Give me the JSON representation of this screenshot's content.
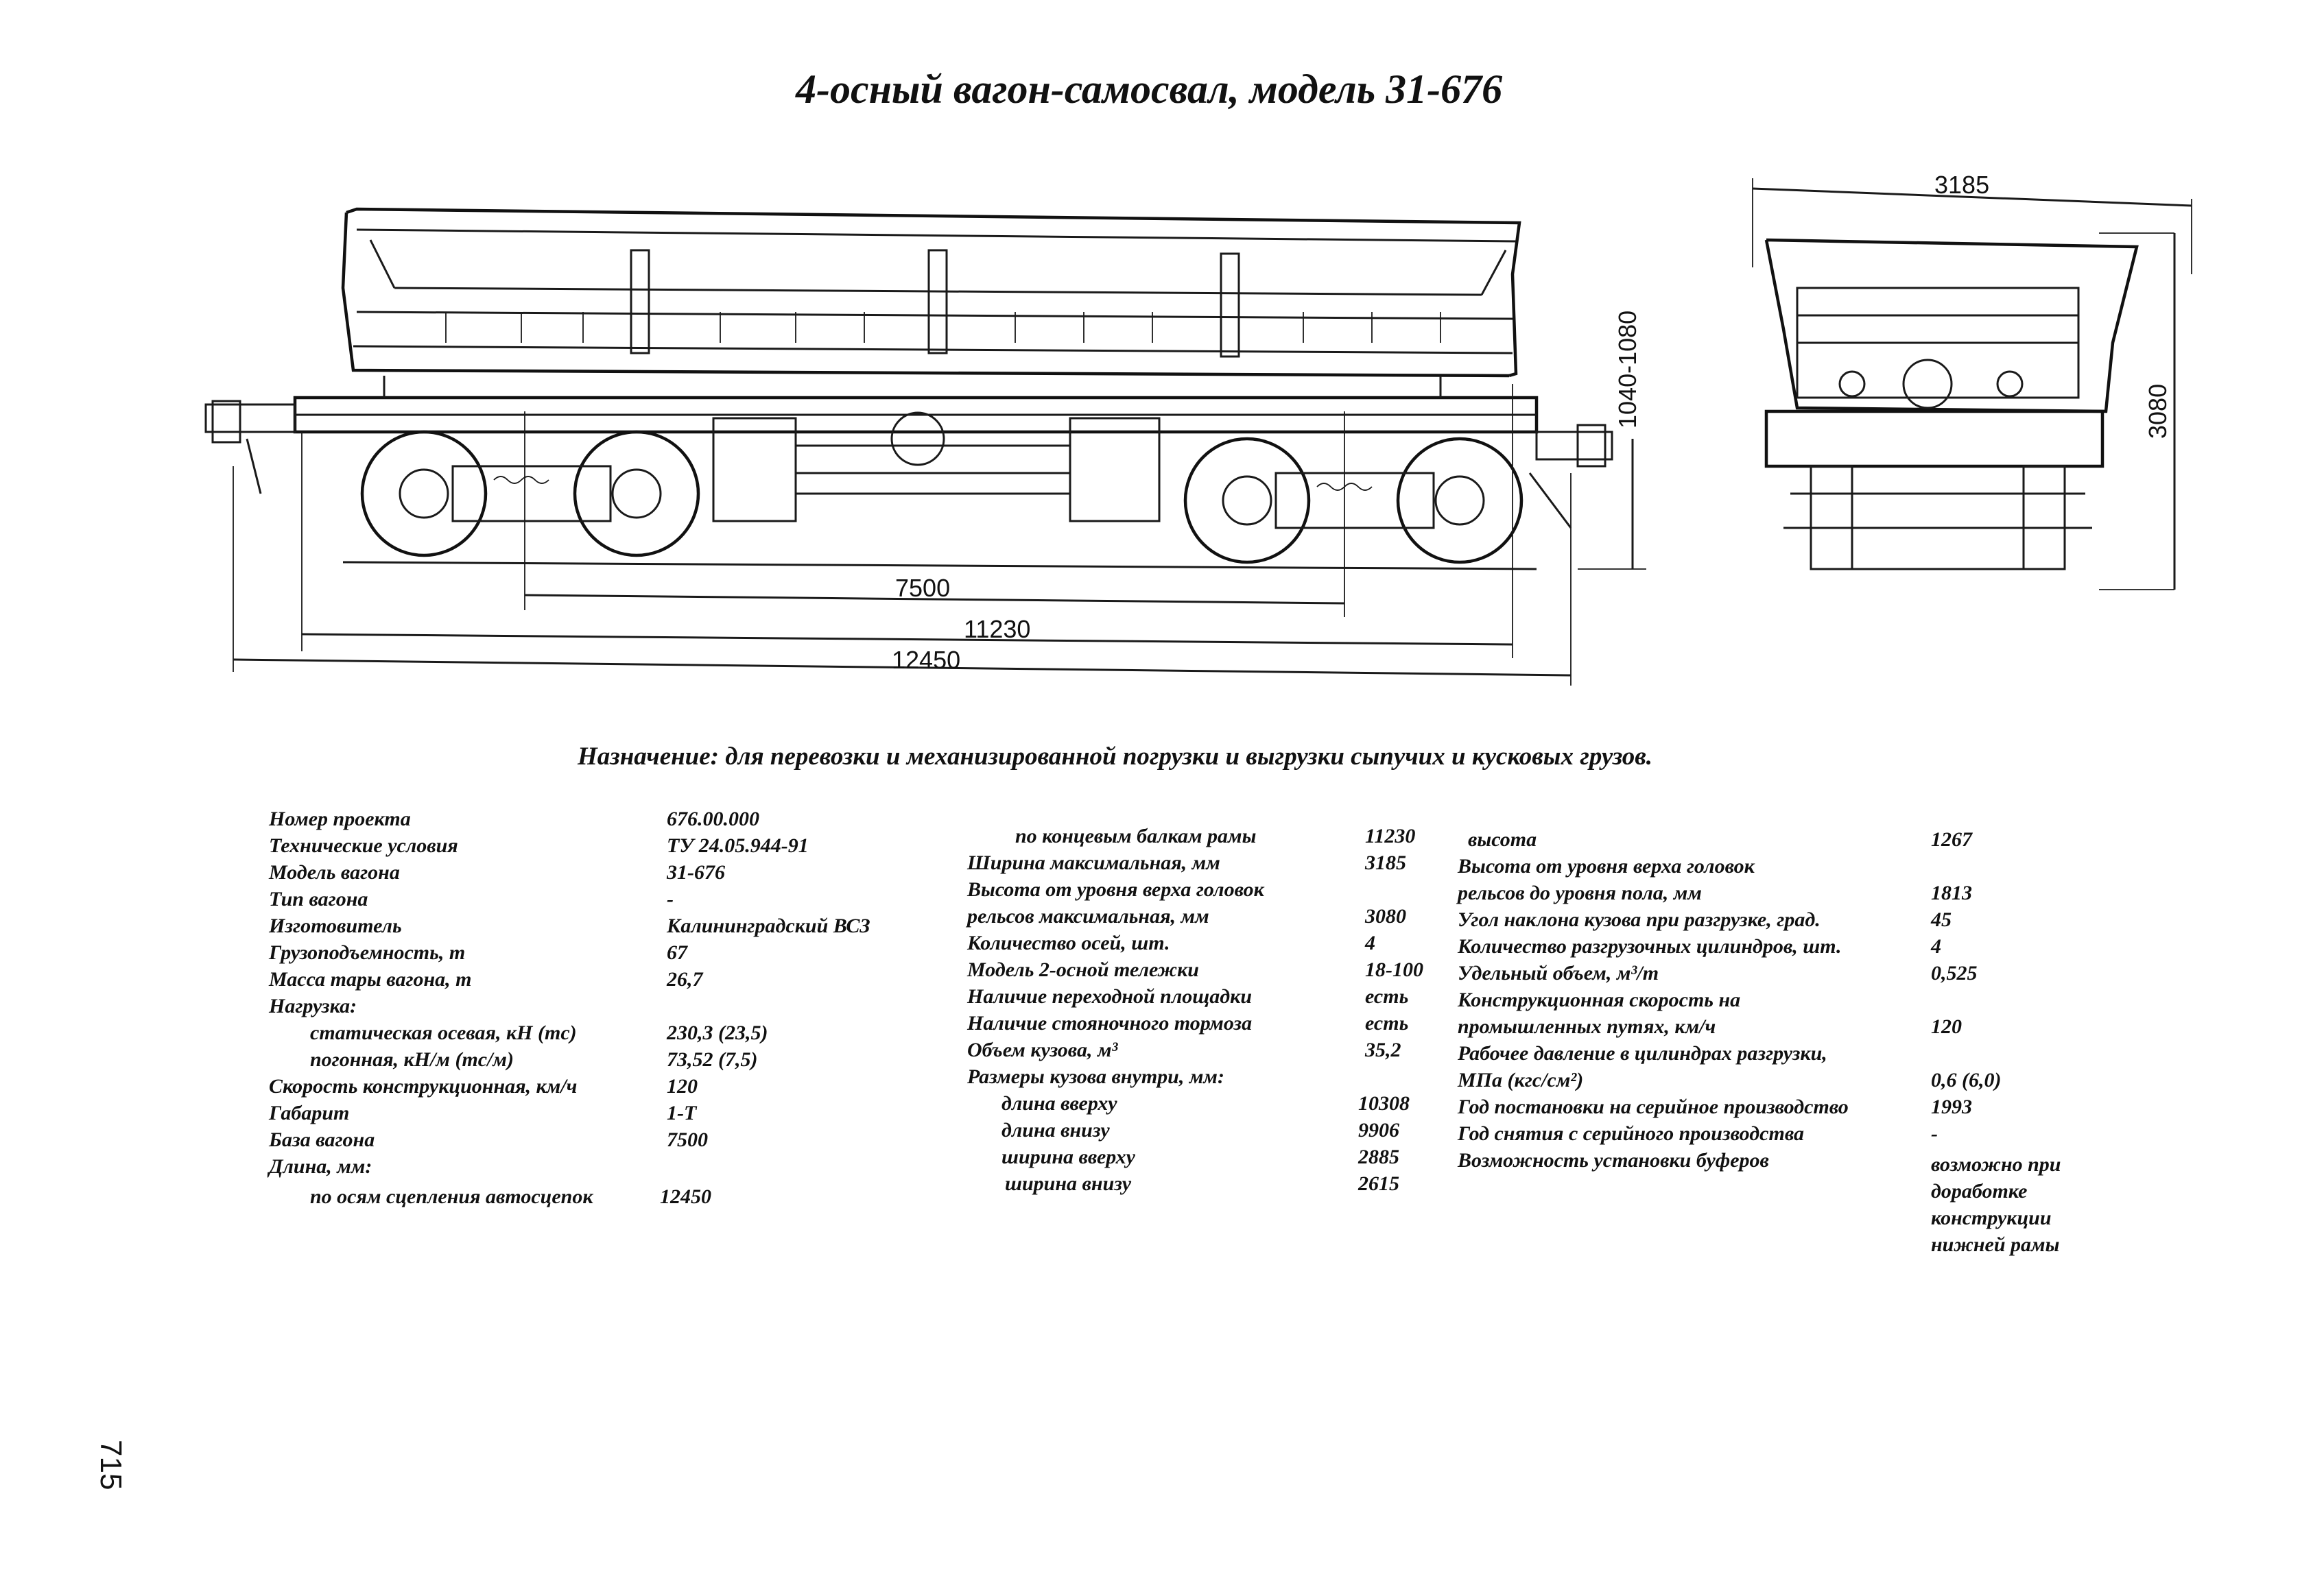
{
  "title": "4-осный вагон-самосвал, модель 31-676",
  "purpose": "Назначение: для перевозки и механизированной погрузки и выгрузки сыпучих и кусковых грузов.",
  "drawing": {
    "dim_base": "7500",
    "dim_frame": "11230",
    "dim_length": "12450",
    "dim_height_coupler": "1040-1080",
    "dim_width": "3185",
    "dim_height": "3080"
  },
  "col1": [
    {
      "label": "Номер проекта",
      "value": "676.00.000"
    },
    {
      "label": "Технические условия",
      "value": "ТУ 24.05.944-91"
    },
    {
      "label": "Модель вагона",
      "value": "31-676"
    },
    {
      "label": "Тип вагона",
      "value": "-"
    },
    {
      "label": "Изготовитель",
      "value": "Калининградский ВСЗ"
    },
    {
      "label": "Грузоподъемность, т",
      "value": "67"
    },
    {
      "label": "Масса тары вагона, т",
      "value": "26,7"
    },
    {
      "label": "Нагрузка:",
      "value": ""
    },
    {
      "label": "статическая осевая, кН (тс)",
      "value": "230,3 (23,5)"
    },
    {
      "label": "погонная, кН/м (тс/м)",
      "value": "73,52 (7,5)"
    },
    {
      "label": "Скорость конструкционная, км/ч",
      "value": "120"
    },
    {
      "label": "Габарит",
      "value": "1-Т"
    },
    {
      "label": "База вагона",
      "value": "7500"
    },
    {
      "label": "Длина, мм:",
      "value": ""
    },
    {
      "label": "по осям сцепления автосцепок",
      "value": "12450"
    }
  ],
  "col2": [
    {
      "label": "по концевым балкам рамы",
      "value": "11230"
    },
    {
      "label": "Ширина максимальная, мм",
      "value": "3185"
    },
    {
      "label": "Высота от уровня верха головок",
      "value": ""
    },
    {
      "label": "рельсов максимальная, мм",
      "value": "3080"
    },
    {
      "label": "Количество осей, шт.",
      "value": "4"
    },
    {
      "label": "Модель 2-осной тележки",
      "value": "18-100"
    },
    {
      "label": "Наличие переходной площадки",
      "value": "есть"
    },
    {
      "label": "Наличие стояночного тормоза",
      "value": "есть"
    },
    {
      "label": "Объем кузова, м³",
      "value": "35,2"
    },
    {
      "label": "Размеры кузова внутри, мм:",
      "value": ""
    },
    {
      "label": "длина вверху",
      "value": "10308"
    },
    {
      "label": "длина внизу",
      "value": "9906"
    },
    {
      "label": "ширина вверху",
      "value": "2885"
    },
    {
      "label": "ширина внизу",
      "value": "2615"
    }
  ],
  "col3": [
    {
      "label": "высота",
      "value": "1267"
    },
    {
      "label": "Высота от уровня верха головок",
      "value": ""
    },
    {
      "label": "рельсов до уровня пола, мм",
      "value": "1813"
    },
    {
      "label": "Угол наклона кузова при разгрузке, град.",
      "value": "45"
    },
    {
      "label": "Количество разгрузочных цилиндров, шт.",
      "value": "4"
    },
    {
      "label": "Удельный объем, м³/т",
      "value": "0,525"
    },
    {
      "label": "Конструкционная скорость на",
      "value": ""
    },
    {
      "label": "промышленных путях, км/ч",
      "value": "120"
    },
    {
      "label": "Рабочее давление в цилиндрах разгрузки,",
      "value": ""
    },
    {
      "label": "МПа (кгс/см²)",
      "value": "0,6 (6,0)"
    },
    {
      "label": "Год постановки на серийное производство",
      "value": "1993"
    },
    {
      "label": "Год снятия с серийного производства",
      "value": "-"
    },
    {
      "label": "Возможность установки буферов",
      "value": "возможно при"
    },
    {
      "label": "",
      "value": "доработке"
    },
    {
      "label": "",
      "value": "конструкции"
    },
    {
      "label": "",
      "value": "нижней рамы"
    }
  ],
  "page_number": "715"
}
